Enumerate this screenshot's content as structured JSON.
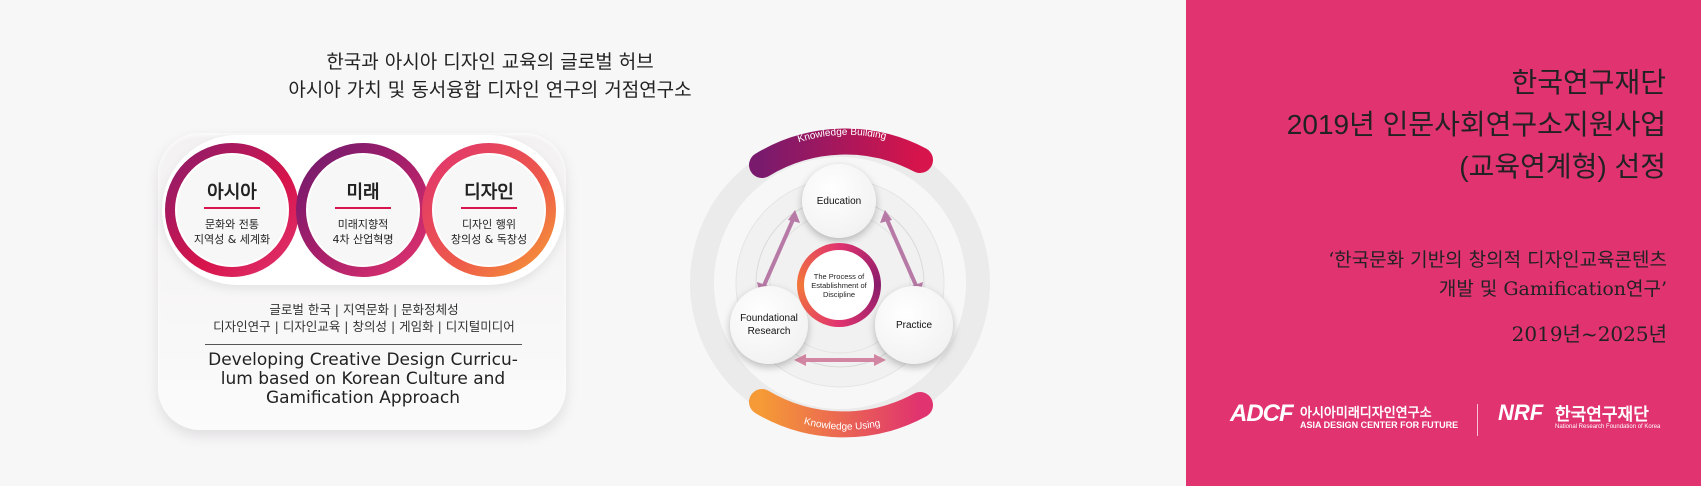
{
  "headline": {
    "line1": "한국과 아시아 디자인 교육의 글로벌 허브",
    "line2": "아시아 가치 및 동서융합 디자인 연구의 거점연구소"
  },
  "circles": [
    {
      "title": "아시아",
      "sub1": "문화와 전통",
      "sub2": "지역성 & 세계화"
    },
    {
      "title": "미래",
      "sub1": "미래지향적",
      "sub2": "4차 산업혁명"
    },
    {
      "title": "디자인",
      "sub1": "디자인 행위",
      "sub2": "창의성 & 독창성"
    }
  ],
  "keywords": {
    "line1": "글로벌 한국 | 지역문화 | 문화정체성",
    "line2": "디자인연구 | 디자인교육 | 창의성 | 게임화 | 디지털미디어"
  },
  "english_title": {
    "line1": "Developing Creative Design Curricu-",
    "line2": "lum based on Korean Culture and",
    "line3": "Gamification Approach"
  },
  "diagram": {
    "arc_top": "Knowledge Building",
    "arc_bottom": "Knowledge Using",
    "node_top": "Education",
    "node_left_1": "Foundational",
    "node_left_2": "Research",
    "node_right": "Practice",
    "center_1": "The Process of",
    "center_2": "Establishment of",
    "center_3": "Discipline"
  },
  "right_panel": {
    "title1": "한국연구재단",
    "title2": "2019년 인문사회연구소지원사업",
    "title3": "(교육연계형) 선정",
    "quote1": "‘한국문화 기반의 창의적 디자인교육콘텐츠",
    "quote2": "개발 및 Gamification연구’",
    "years": "2019년~2025년"
  },
  "logos": {
    "adcf_mark": "ADCF",
    "adcf_kr": "아시아미래디자인연구소",
    "adcf_en": "ASIA DESIGN CENTER FOR FUTURE",
    "nrf_mark": "NRF",
    "nrf_kr": "한국연구재단",
    "nrf_en": "National Research Foundation of Korea"
  },
  "colors": {
    "panel": "#e0336f",
    "crimson": "#d7144b",
    "purple": "#8a1c6b",
    "orange": "#f2773a"
  }
}
